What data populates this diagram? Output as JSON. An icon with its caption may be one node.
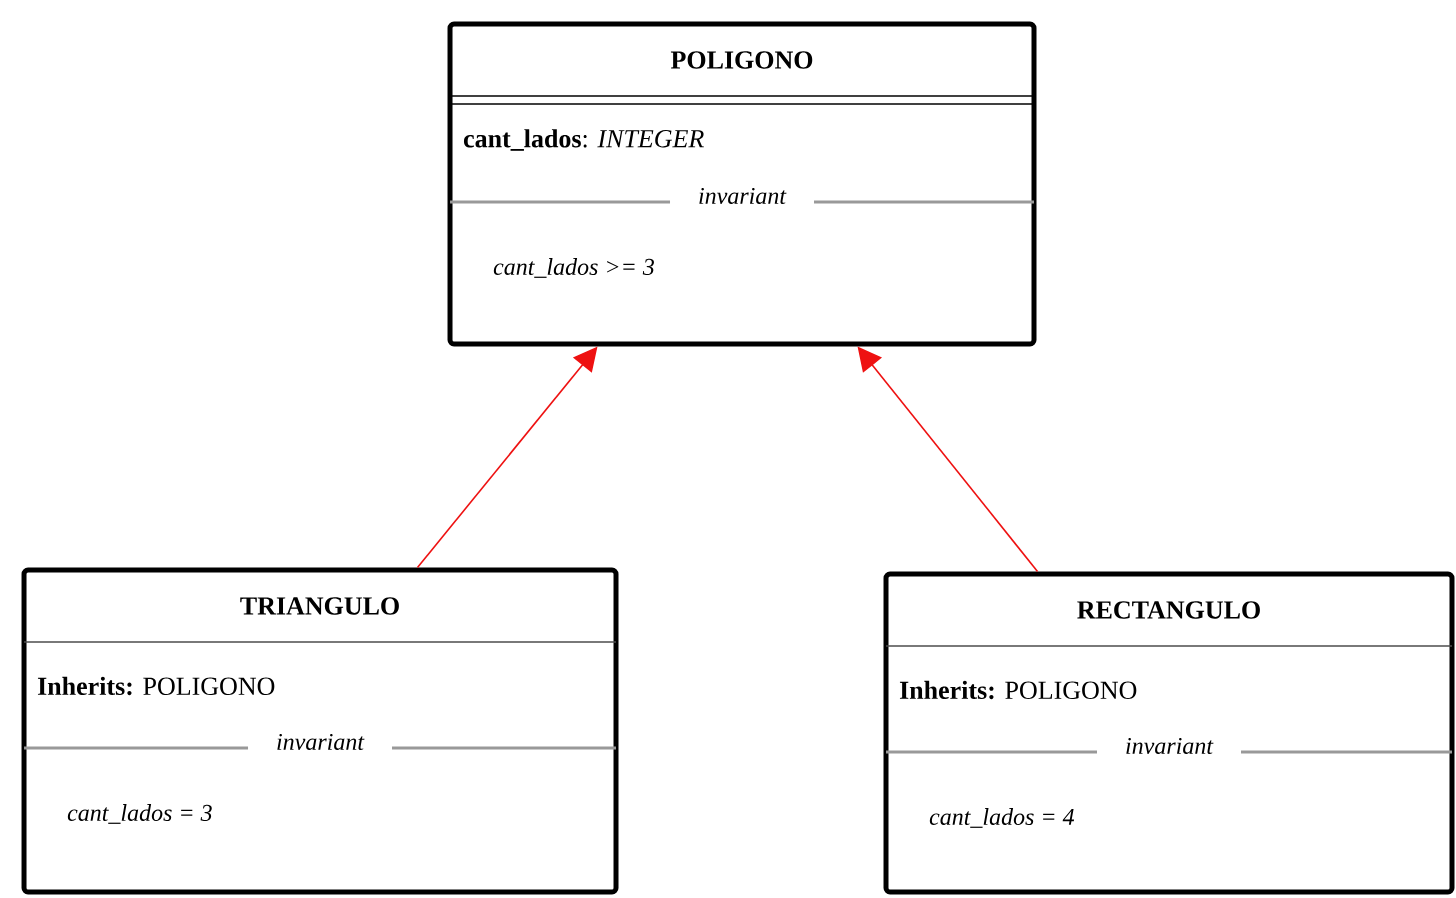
{
  "diagram": {
    "nodes": [
      {
        "text": [
          "POLIGONO",
          "**cant_lados**: *INTEGER*",
          "invariant",
          "cant_lados >= 3"
        ]
      },
      {
        "text": [
          "TRIANGULO",
          "**Inherits:** POLIGONO",
          "invariant",
          "cant_lados = 3"
        ]
      },
      {
        "text": [
          "RECTANGULO",
          "**Inherits:** POLIGONO",
          "invariant",
          "cant_lados = 4"
        ]
      }
    ],
    "edges": [
      {
        "from": 1,
        "to": 0,
        "arrow": "to"
      },
      {
        "from": 2,
        "to": 0,
        "arrow": "to"
      }
    ]
  }
}
